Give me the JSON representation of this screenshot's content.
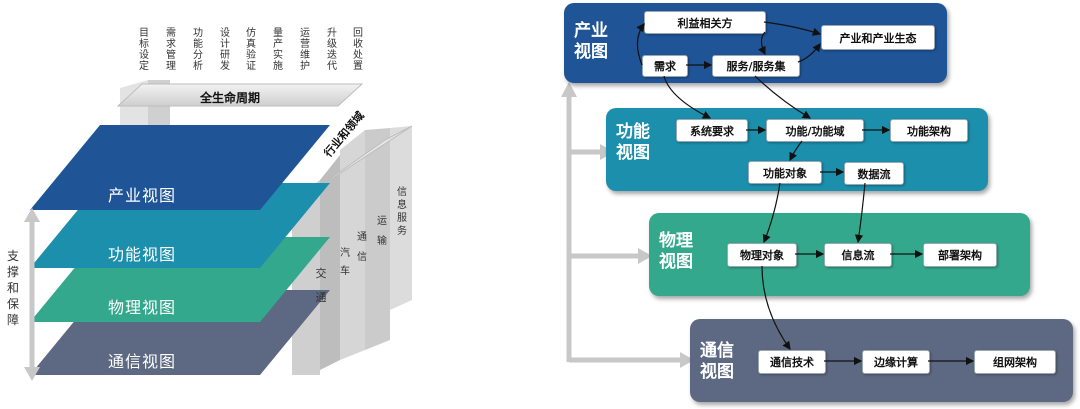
{
  "lifecycle": {
    "title": "全生命周期",
    "stages": [
      "目标设定",
      "需求管理",
      "功能分析",
      "设计研发",
      "仿真验证",
      "量产实施",
      "运营维护",
      "升级迭代",
      "回收处置"
    ]
  },
  "layers": [
    "产业视图",
    "功能视图",
    "物理视图",
    "通信视图"
  ],
  "support_label": "支撑和保障",
  "industry": {
    "title": "行业和领域",
    "domains": [
      "交通",
      "汽车",
      "通信",
      "运输",
      "信息服务"
    ]
  },
  "panels": {
    "industry": {
      "title": "产业视图",
      "boxes": [
        "利益相关方",
        "产业和产业生态",
        "需求",
        "服务/服务集"
      ]
    },
    "function": {
      "title": "功能视图",
      "boxes": [
        "系统要求",
        "功能/功能域",
        "功能架构",
        "功能对象",
        "数据流"
      ]
    },
    "physical": {
      "title": "物理视图",
      "boxes": [
        "物理对象",
        "信息流",
        "部署架构"
      ]
    },
    "comm": {
      "title": "通信视图",
      "boxes": [
        "通信技术",
        "边缘计算",
        "组网架构"
      ]
    }
  },
  "colors": {
    "industry": "#1f5597",
    "function": "#1b8fab",
    "physical": "#33a88d",
    "comm": "#5d6982"
  }
}
